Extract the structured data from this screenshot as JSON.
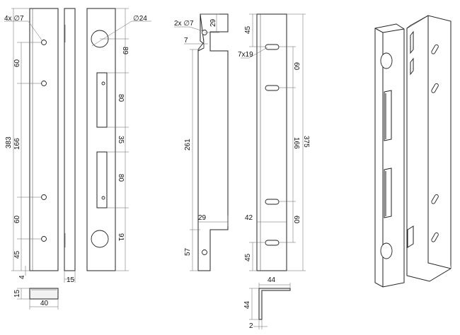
{
  "labels": {
    "holes_4": "4x ∅7",
    "d24": "∅24",
    "overall_383": "383",
    "d60_top": "60",
    "d166_left": "166",
    "d60_bot": "60",
    "d45_left": "45",
    "d4": "4",
    "d15_side": "15",
    "d89": "89",
    "d80_top": "80",
    "d35": "35",
    "d80_bot": "80",
    "d91": "91",
    "sec15": "15",
    "sec40": "40",
    "holes_2": "2x ∅7",
    "d29_top": "29",
    "d7": "7",
    "d261": "261",
    "d29_bot": "29",
    "d57": "57",
    "d45_right_top": "45",
    "slot": "7x19",
    "d60_r_top": "60",
    "d166_right": "166",
    "d375": "375",
    "d42": "42",
    "d60_r_bot": "60",
    "d45_right_bot": "45",
    "ang44_w": "44",
    "ang44_h": "44",
    "ang2": "2"
  }
}
